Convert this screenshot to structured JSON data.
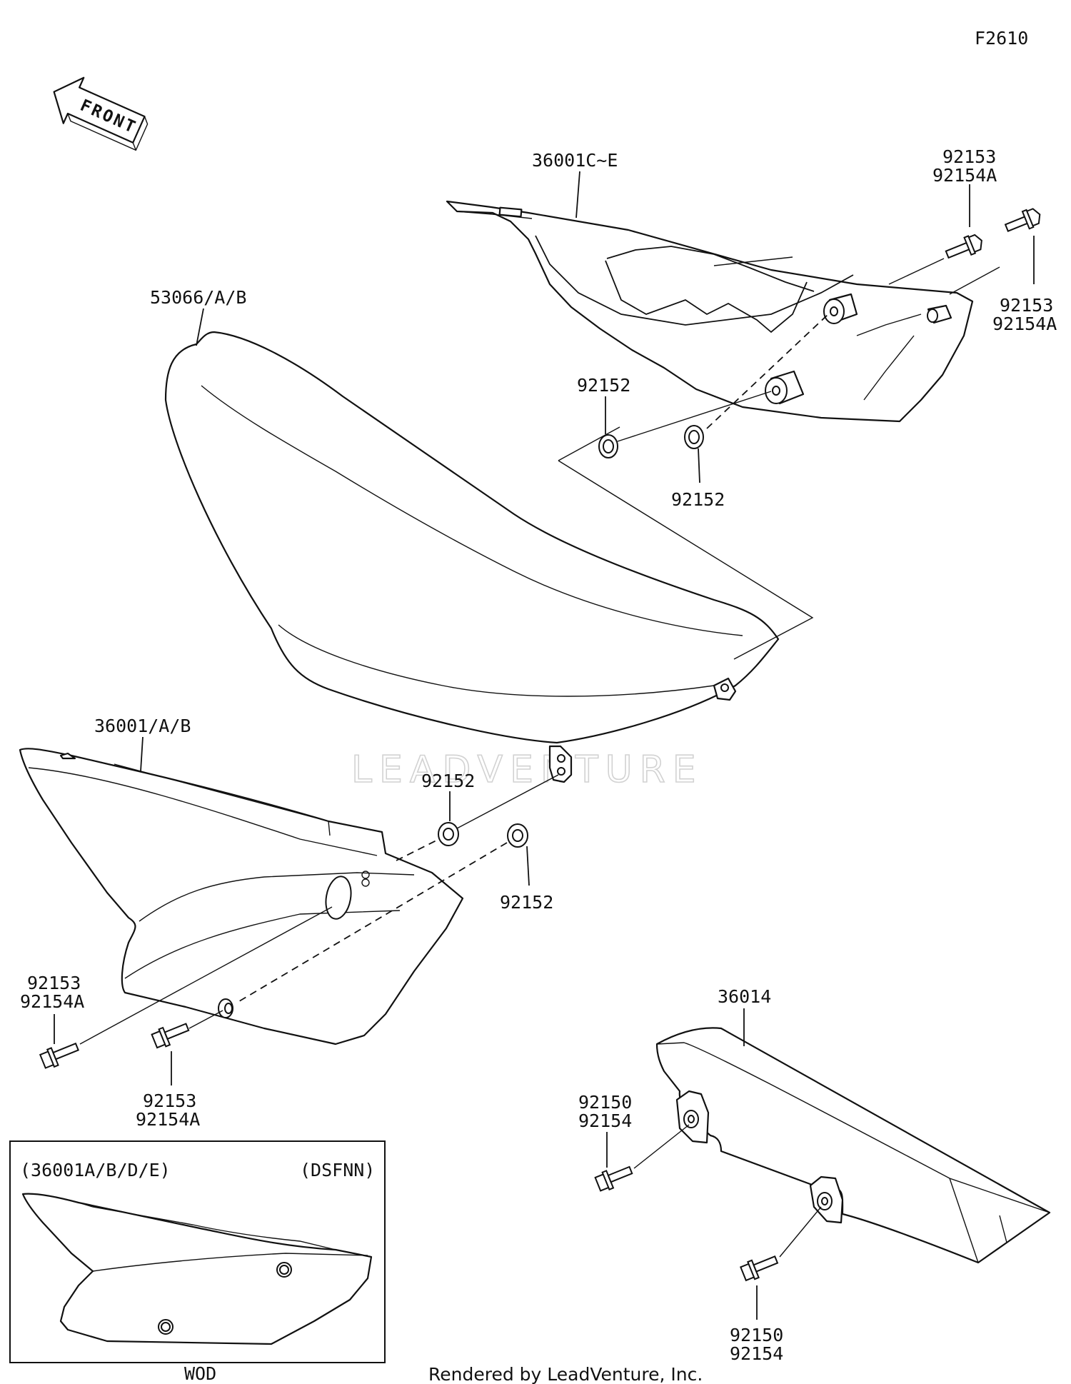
{
  "figure_code": "F2610",
  "front_arrow_text": "FRONT",
  "watermark": "LEADVENTURE",
  "credit": "Rendered by LeadVenture, Inc.",
  "parts": {
    "rear_side_cover": "36001C~E",
    "seat": "53066/A/B",
    "front_side_cover": "36001/A/B",
    "chain_guard": "36014"
  },
  "hardware": {
    "bolt_top_a": [
      "92153",
      "92154A"
    ],
    "bolt_top_b": [
      "92153",
      "92154A"
    ],
    "grommet_top_a": "92152",
    "grommet_top_b": "92152",
    "grommet_mid_a": "92152",
    "grommet_mid_b": "92152",
    "bolt_left_a": [
      "92153",
      "92154A"
    ],
    "bolt_left_b": [
      "92153",
      "92154A"
    ],
    "bolt_chain_a": [
      "92150",
      "92154"
    ],
    "bolt_chain_b": [
      "92150",
      "92154"
    ]
  },
  "inset": {
    "left_label": "(36001A/B/D/E)",
    "right_label": "(DSFNN)",
    "bottom_label": "WOD"
  }
}
